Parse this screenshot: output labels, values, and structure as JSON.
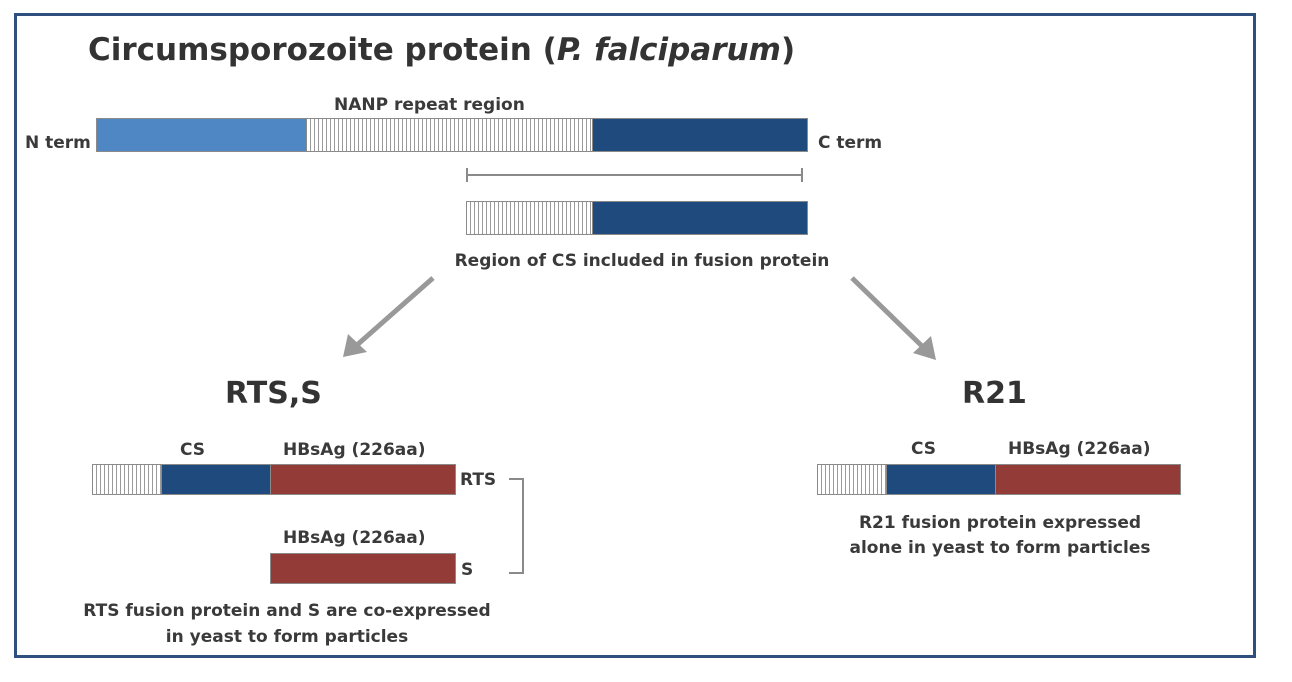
{
  "title": {
    "main": "Circumsporozoite protein (",
    "species": "P. falciparum",
    "close": ")"
  },
  "cs_protein": {
    "repeat_label": "NANP repeat region",
    "n_term_label": "N term",
    "c_term_label": "C term",
    "included_label": "Region of CS included in fusion protein"
  },
  "rtss": {
    "heading": "RTS,S",
    "cs_label": "CS",
    "hbsag_label": "HBsAg (226aa)",
    "rts_label": "RTS",
    "s_hbsag_label": "HBsAg (226aa)",
    "s_label": "S",
    "caption_line1": "RTS fusion protein and S are co-expressed",
    "caption_line2": "in yeast to form particles"
  },
  "r21": {
    "heading": "R21",
    "cs_label": "CS",
    "hbsag_label": "HBsAg (226aa)",
    "caption_line1": "R21 fusion protein expressed",
    "caption_line2": "alone in yeast to form particles"
  },
  "colors": {
    "n_terminal": "#4f86c4",
    "c_terminal": "#1f4a7d",
    "hbsag": "#923b37",
    "frame": "#2f4f7f",
    "arrows": "#999999"
  }
}
